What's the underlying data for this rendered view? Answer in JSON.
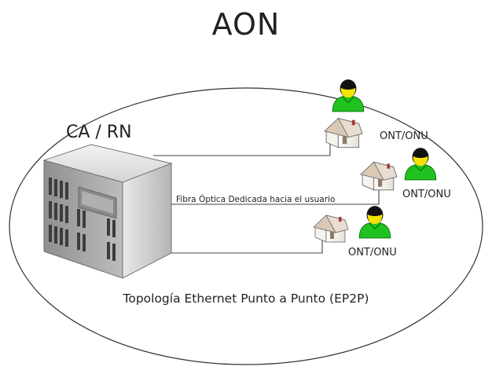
{
  "title": "AON",
  "central_office": {
    "label": "CA / RN"
  },
  "fiber_label": "Fibra Óptica Dedicada hacia el usuario",
  "subscribers": [
    {
      "label": "ONT/ONU"
    },
    {
      "label": "ONT/ONU"
    },
    {
      "label": "ONT/ONU"
    }
  ],
  "topology_label": "Topología Ethernet Punto a Punto (EP2P)",
  "colors": {
    "user_body": "#1fc21f",
    "user_head": "#111111",
    "house_roof": "#d9c9b5",
    "server_face": "#c9c9c9",
    "lines": "#444444"
  }
}
